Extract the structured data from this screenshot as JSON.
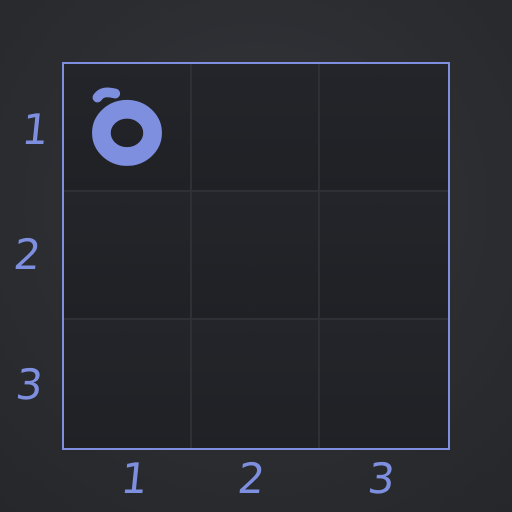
{
  "board": {
    "row_labels": [
      "1",
      "2",
      "3"
    ],
    "column_labels": [
      "1",
      "2",
      "3"
    ],
    "cells": [
      [
        "O",
        "",
        ""
      ],
      [
        "",
        "",
        ""
      ],
      [
        "",
        "",
        ""
      ]
    ]
  },
  "colors": {
    "accent": "#7f8fe0",
    "background": "#2b2d31",
    "board": "#202226"
  }
}
